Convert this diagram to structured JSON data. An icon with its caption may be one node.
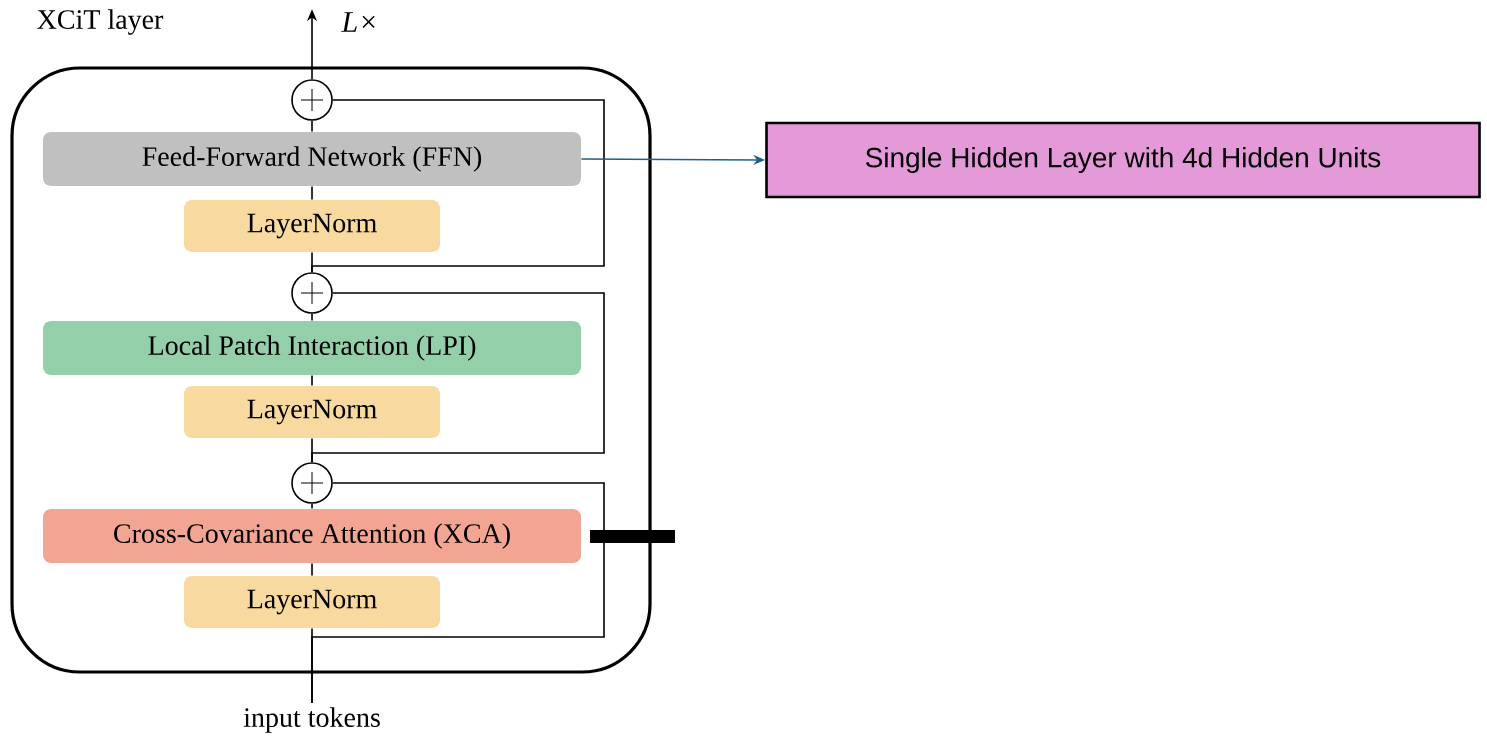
{
  "diagram": {
    "nodes": [
      {
        "text": [
          "XCiT layer"
        ]
      },
      {
        "text": [],
        "shape": "circle",
        "in": 0
      },
      {
        "text": [
          "Feed-Forward Network (FFN)"
        ],
        "in": 0
      },
      {
        "text": [
          "LayerNorm"
        ],
        "in": 0
      },
      {
        "text": [],
        "shape": "circle",
        "in": 0
      },
      {
        "text": [
          "Local Patch Interaction (LPI)"
        ],
        "in": 0
      },
      {
        "text": [
          "LayerNorm"
        ],
        "in": 0
      },
      {
        "text": [],
        "shape": "circle",
        "in": 0
      },
      {
        "text": [
          "Cross-Covariance Attention (XCA)"
        ],
        "in": 0
      },
      {
        "text": [
          "LayerNorm"
        ],
        "in": 0
      },
      {
        "text": [
          "Single Hidden Layer with 4d Hidden Units"
        ]
      },
      {
        "text": [
          "input tokens"
        ]
      }
    ],
    "edges": [
      {
        "from": 11,
        "to": 9,
        "arrow": "none"
      },
      {
        "from": 9,
        "to": 8,
        "arrow": "none"
      },
      {
        "from": 8,
        "to": 7,
        "arrow": "none"
      },
      {
        "from": 7,
        "to": 6,
        "arrow": "none"
      },
      {
        "from": 6,
        "to": 5,
        "arrow": "none"
      },
      {
        "from": 5,
        "to": 4,
        "arrow": "none"
      },
      {
        "from": 4,
        "to": 3,
        "arrow": "none"
      },
      {
        "from": 3,
        "to": 2,
        "arrow": "none"
      },
      {
        "from": 2,
        "to": 1,
        "arrow": "none"
      },
      {
        "from": 1,
        "to": null,
        "arrow": "to"
      },
      {
        "from": 11,
        "to": 7,
        "arrow": "none"
      },
      {
        "from": 7,
        "to": 4,
        "arrow": "none"
      },
      {
        "from": 4,
        "to": 1,
        "arrow": "none"
      },
      {
        "from": 2,
        "to": 10,
        "arrow": "to",
        "color": "#1f5f8b"
      }
    ],
    "labels": [
      "L×"
    ]
  }
}
